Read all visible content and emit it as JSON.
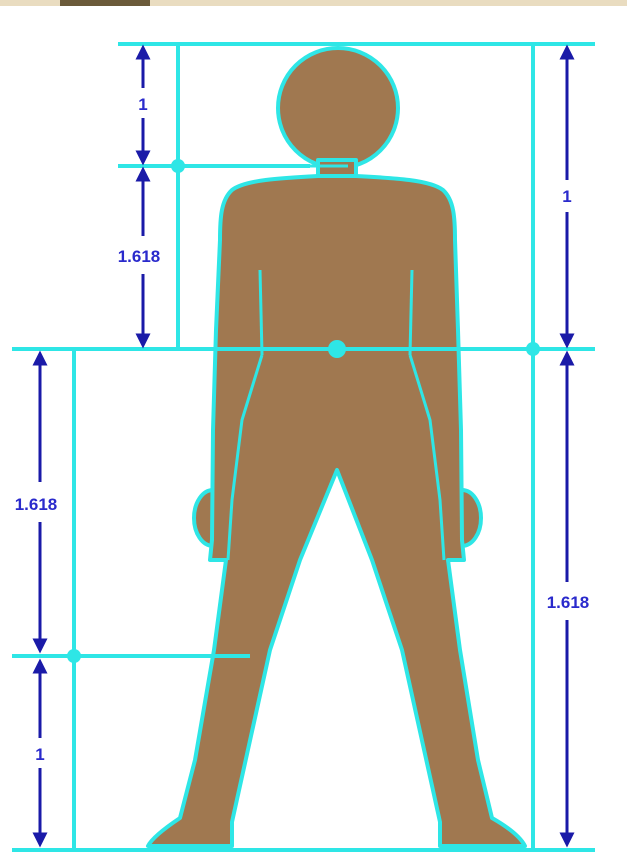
{
  "colors": {
    "guide_line": "#2ee6e6",
    "arrow": "#1a1aa8",
    "label": "#2a2acc",
    "figure_fill": "#a07850",
    "figure_outline": "#2ee6e6",
    "top_strip": "#e9dcc0"
  },
  "labels": {
    "head": "1",
    "neck_to_navel": "1.618",
    "navel_to_knee": "1.618",
    "knee_to_floor": "1",
    "top_to_navel": "1",
    "navel_to_floor": "1.618"
  }
}
